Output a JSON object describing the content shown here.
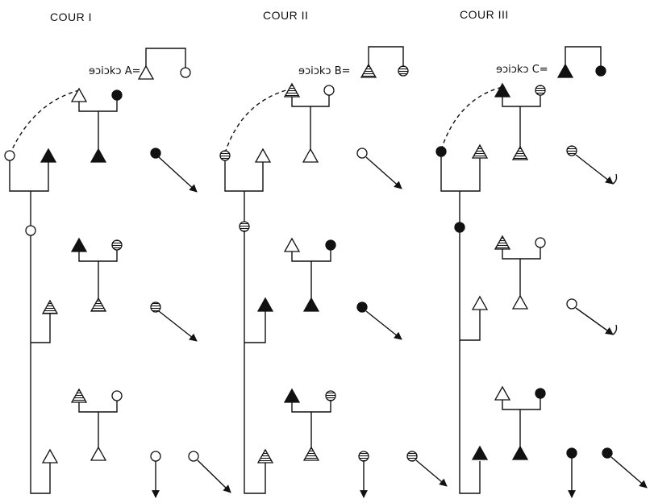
{
  "courts": [
    {
      "title": "COUR I",
      "group_label": "ɘɔiɔkɔ A="
    },
    {
      "title": "COUR II",
      "group_label": "ɘɔiɔkɔ B="
    },
    {
      "title": "COUR III",
      "group_label": "ɘɔiɔkɔ C="
    }
  ],
  "legend": {
    "triangle-open": "open triangle",
    "triangle-filled": "filled triangle",
    "triangle-hatched": "hatched triangle",
    "circle-open": "open circle",
    "circle-filled": "filled circle",
    "circle-hatched": "hatched circle"
  },
  "colors": {
    "ink": "#111111",
    "paper": "#ffffff"
  }
}
